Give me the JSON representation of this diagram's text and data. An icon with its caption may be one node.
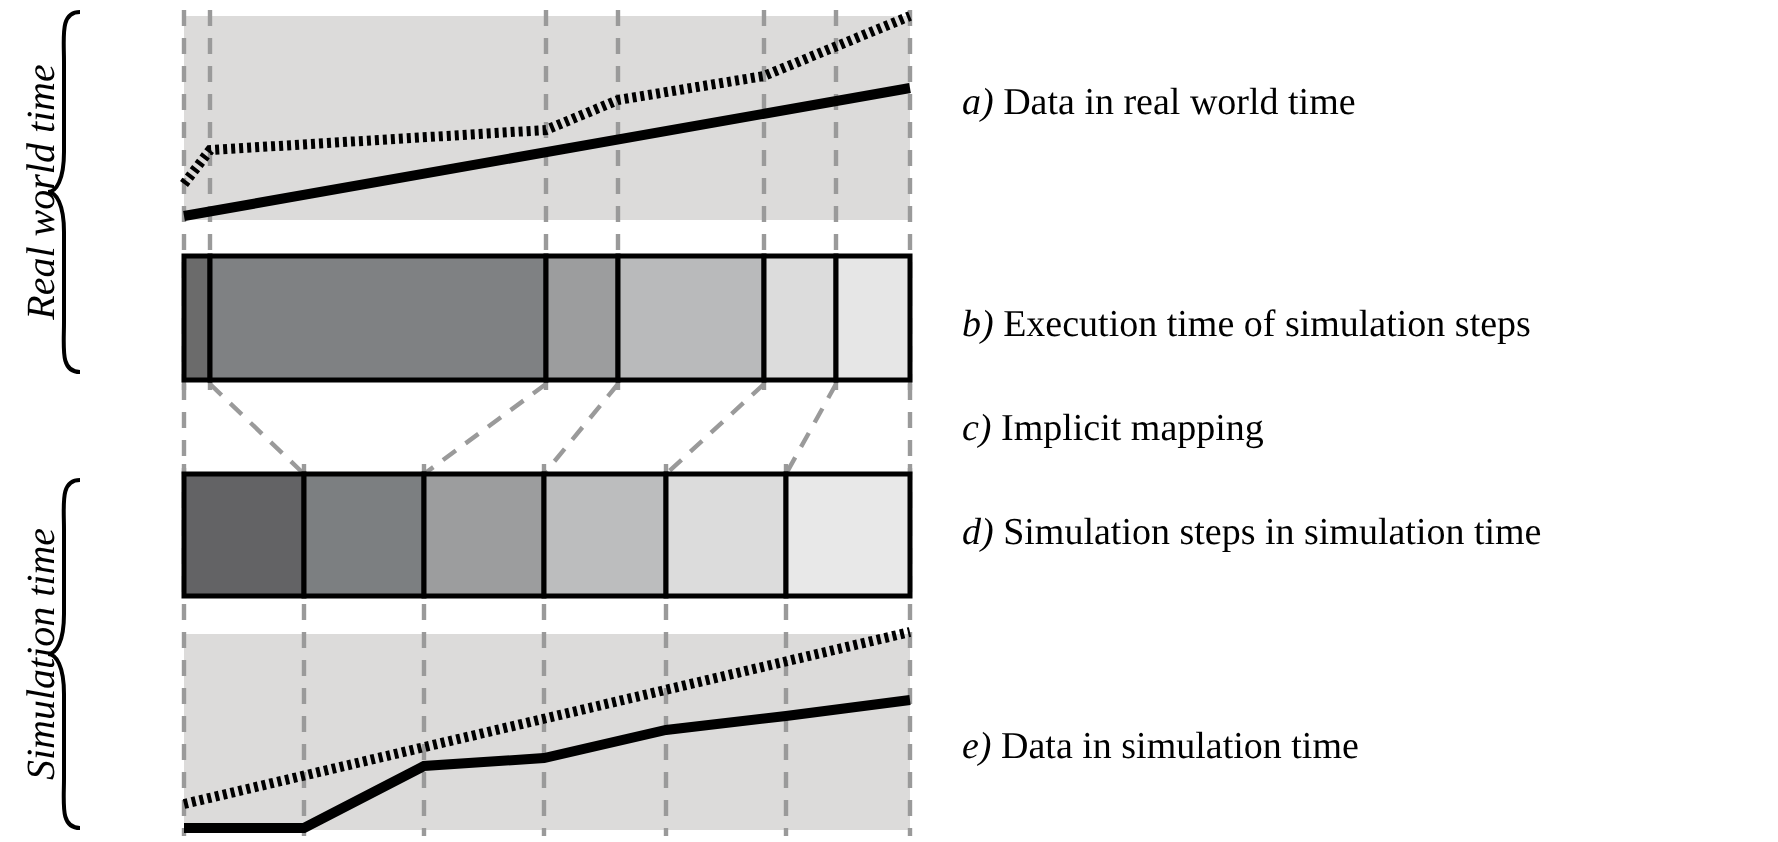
{
  "diagram": {
    "labels": [
      "Real world time",
      "Simulation time",
      "*a)* Data in real world time",
      "*b)* Execution time of simulation steps",
      "*c)* Implicit mapping",
      "*d)* Simulation steps in simulation time",
      "*e)* Data in simulation time"
    ]
  }
}
